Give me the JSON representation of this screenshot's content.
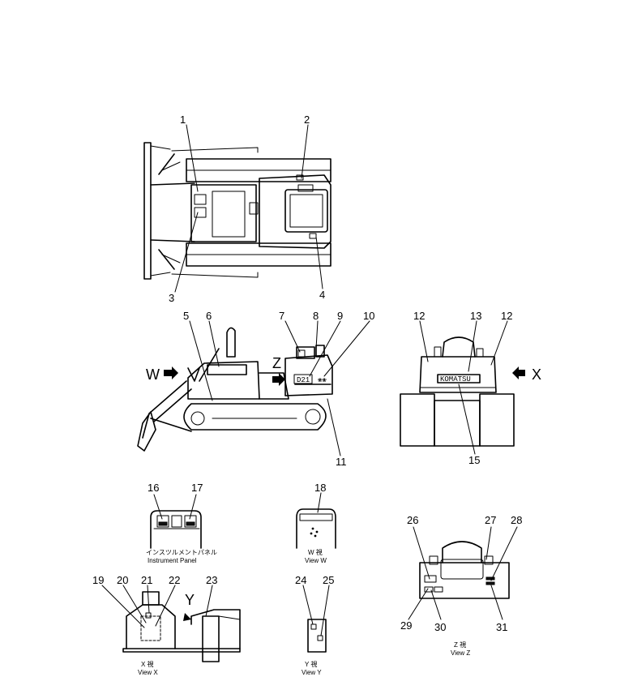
{
  "callouts": {
    "c1": "1",
    "c2": "2",
    "c3": "3",
    "c4": "4",
    "c5": "5",
    "c6": "6",
    "c7": "7",
    "c8": "8",
    "c9": "9",
    "c10": "10",
    "c11": "11",
    "c12a": "12",
    "c12b": "12",
    "c13": "13",
    "c15": "15",
    "c16": "16",
    "c17": "17",
    "c18": "18",
    "c19": "19",
    "c20": "20",
    "c21": "21",
    "c22": "22",
    "c23": "23",
    "c24": "24",
    "c25": "25",
    "c26": "26",
    "c27": "27",
    "c28": "28",
    "c29": "29",
    "c30": "30",
    "c31": "31"
  },
  "view_arrows": {
    "w": "W",
    "z": "Z",
    "x": "X",
    "y": "Y"
  },
  "plates": {
    "side_model": "D21",
    "side_symbol": "❀❀",
    "rear_brand": "KOMATSU"
  },
  "captions": {
    "instrument_jp": "インスツルメントパネル",
    "instrument_en": "Instrument  Panel",
    "view_w_jp": "W  視",
    "view_w_en": "View  W",
    "view_x_jp": "X  視",
    "view_x_en": "View  X",
    "view_y_jp": "Y  視",
    "view_y_en": "View  Y",
    "view_z_jp": "Z  視",
    "view_z_en": "View  Z"
  }
}
